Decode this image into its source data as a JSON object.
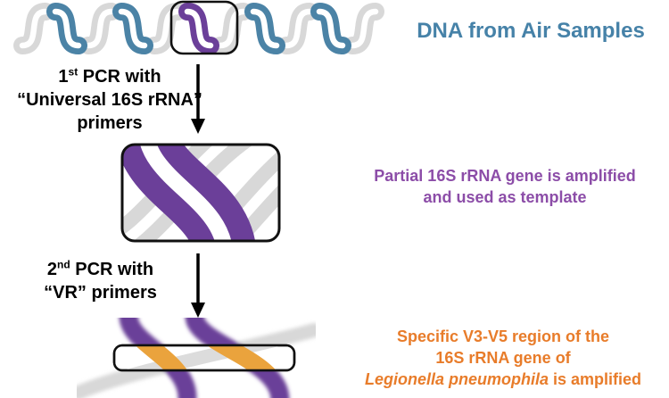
{
  "figure": {
    "top": {
      "caption": "DNA from Air Samples"
    },
    "step1": {
      "line1_base": "1",
      "line1_sup": "st",
      "line1_rest": " PCR with",
      "line2": "“Universal 16S rRNA”",
      "line3": "primers"
    },
    "middle": {
      "caption_line1": "Partial 16S rRNA gene is amplified",
      "caption_line2": "and used as template"
    },
    "step2": {
      "line1_base": "2",
      "line1_sup": "nd",
      "line1_rest": " PCR with",
      "line2": "“VR” primers"
    },
    "bottom": {
      "caption_line1": "Specific V3-V5 region of the",
      "caption_line2": "16S rRNA gene of",
      "caption_line3_italic": "Legionella pneumophila",
      "caption_line3_rest": " is amplified"
    }
  },
  "colors": {
    "caption_blue": "#4682a8",
    "caption_purple": "#8c4da8",
    "caption_orange": "#e87c2a",
    "helix_blue": "#4b83a6",
    "helix_purple": "#6b3f99",
    "helix_gray": "#d8d8d8",
    "amplicon_orange": "#eaa33d",
    "arrow_black": "#000000"
  }
}
